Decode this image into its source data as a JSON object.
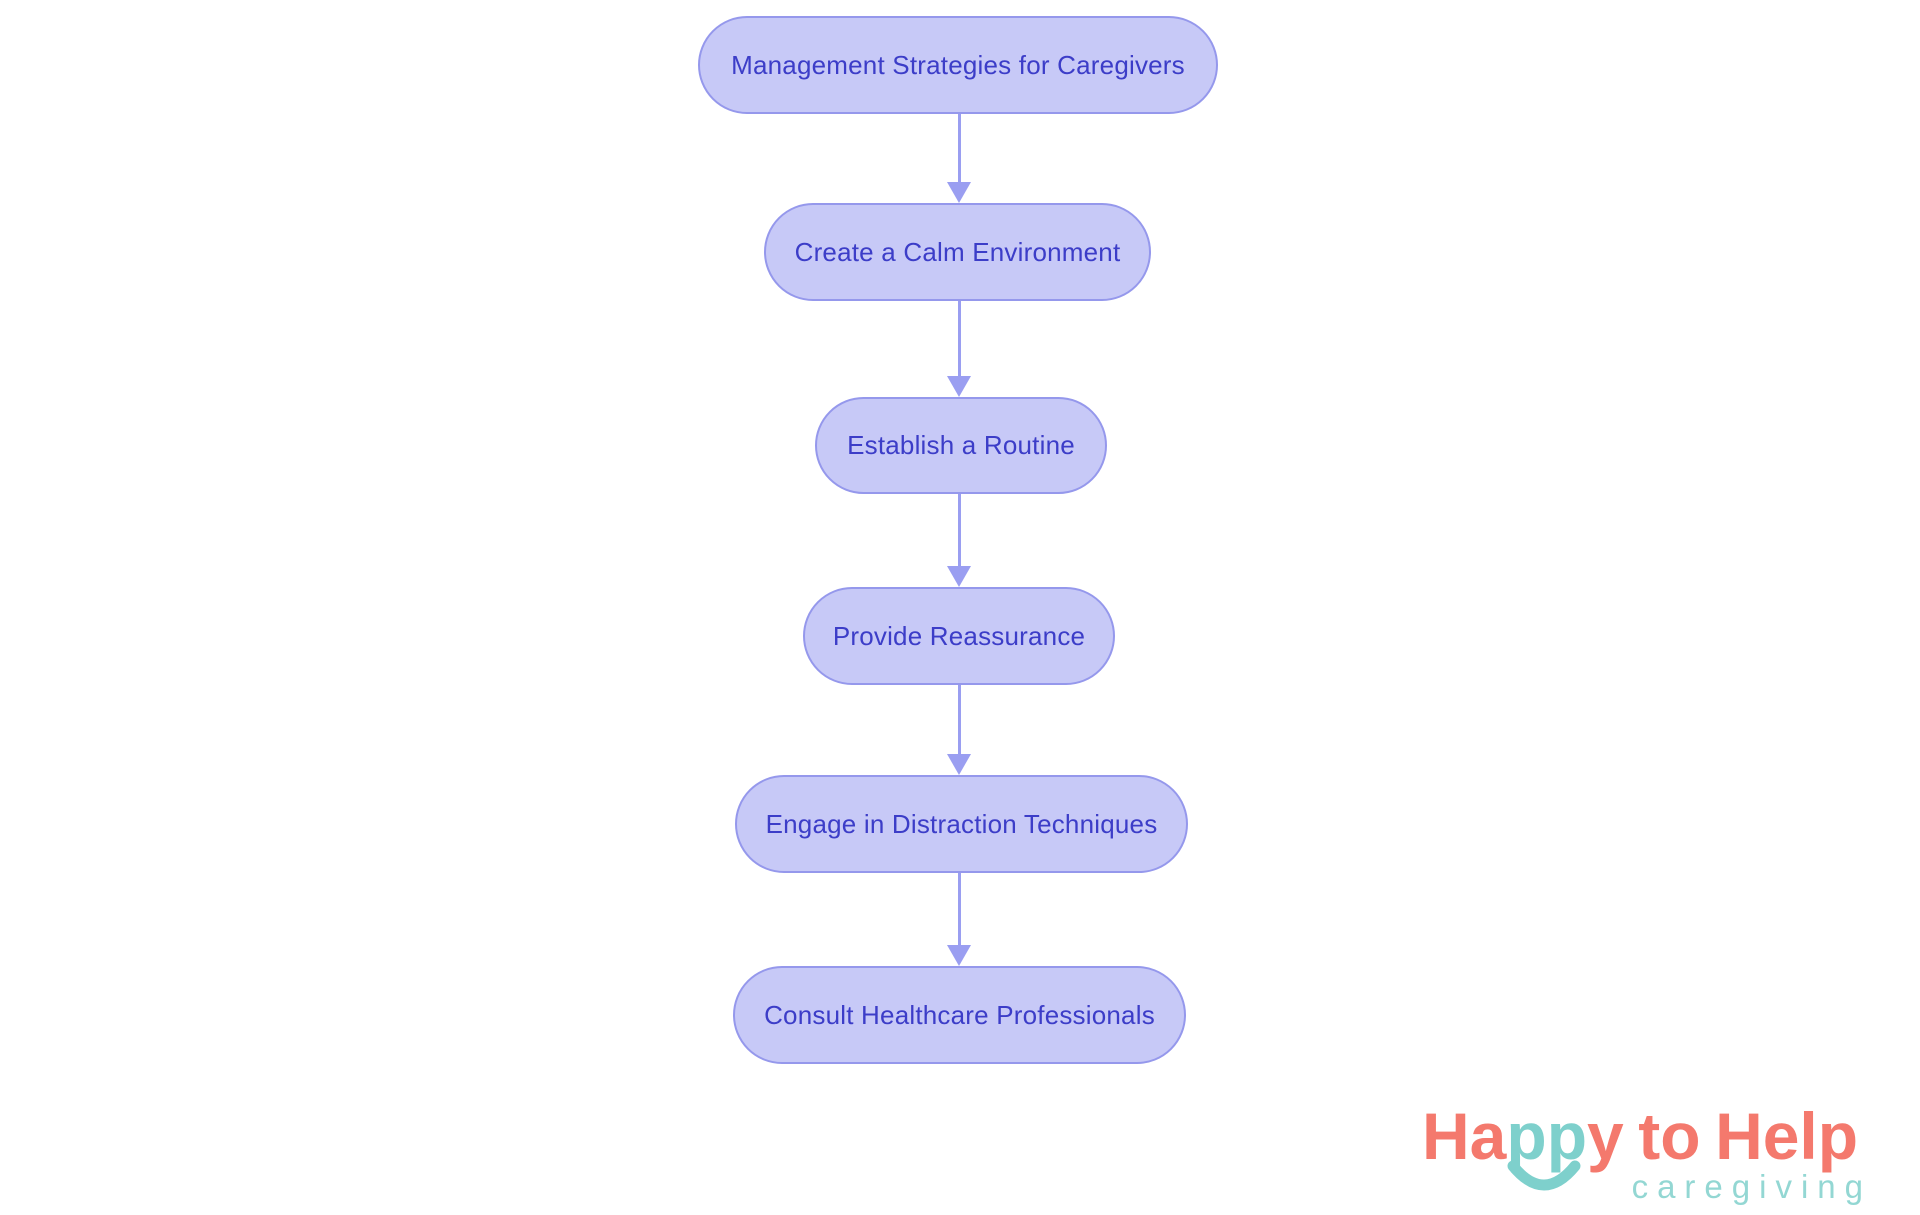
{
  "diagram": {
    "type": "flowchart",
    "direction": "top-down",
    "nodes": [
      {
        "id": 1,
        "label": "Management Strategies for Caregivers"
      },
      {
        "id": 2,
        "label": "Create a Calm Environment"
      },
      {
        "id": 3,
        "label": "Establish a Routine"
      },
      {
        "id": 4,
        "label": "Provide Reassurance"
      },
      {
        "id": 5,
        "label": "Engage in Distraction Techniques"
      },
      {
        "id": 6,
        "label": "Consult Healthcare Professionals"
      }
    ],
    "edges": [
      {
        "from": 1,
        "to": 2
      },
      {
        "from": 2,
        "to": 3
      },
      {
        "from": 3,
        "to": 4
      },
      {
        "from": 4,
        "to": 5
      },
      {
        "from": 5,
        "to": 6
      }
    ],
    "colors": {
      "node_fill": "#c7c9f7",
      "node_border": "#9598ec",
      "node_text": "#3c3dc8",
      "arrow": "#9a9ef1",
      "background": "#ffffff"
    }
  },
  "logo": {
    "brand_part1": "Ha",
    "brand_part2": "pp",
    "brand_part3": "y",
    "brand_part4": "to",
    "brand_part5": "Help",
    "subtitle": "caregiving",
    "colors": {
      "coral": "#f4796d",
      "teal": "#7ed0cc",
      "subtitle_teal": "#93d7d3"
    }
  }
}
